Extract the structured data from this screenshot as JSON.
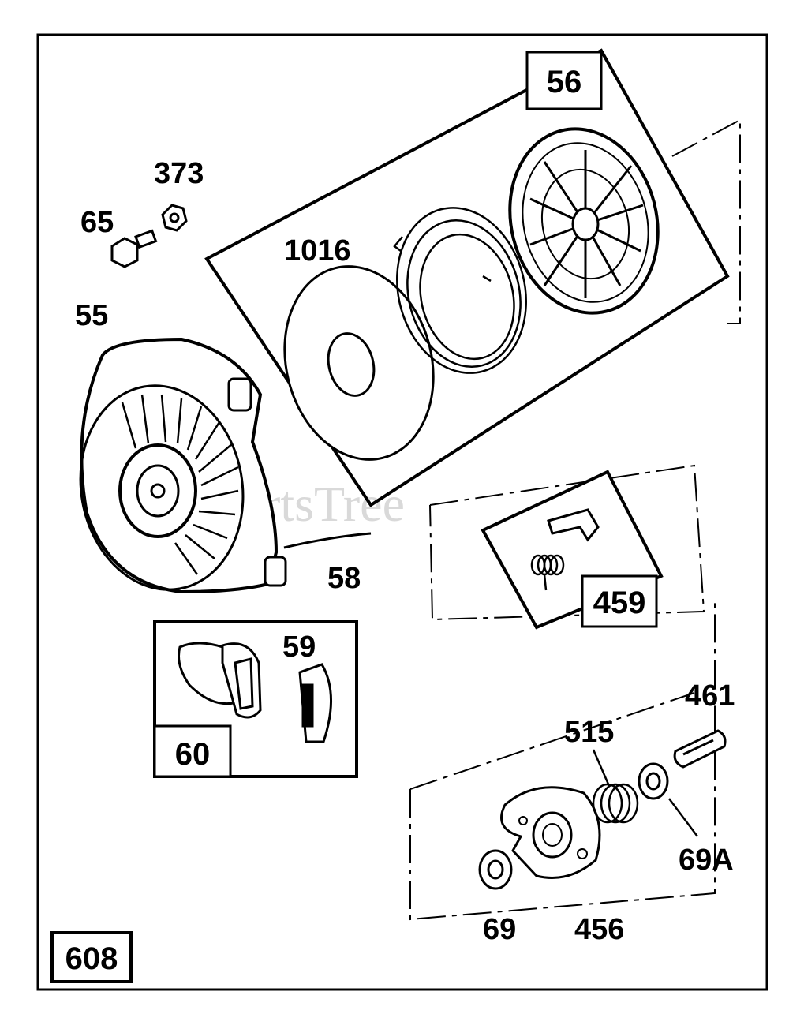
{
  "figure_code": "608",
  "watermark": "PartsTree",
  "callouts": {
    "p56": "56",
    "p373": "373",
    "p65": "65",
    "p1016": "1016",
    "p55": "55",
    "p58": "58",
    "p459": "459",
    "p59": "59",
    "p60": "60",
    "p461": "461",
    "p515": "515",
    "p69A": "69A",
    "p69": "69",
    "p456": "456"
  },
  "icons": [
    "hex-bolt-icon",
    "hex-nut-icon",
    "starter-housing-icon",
    "washer-icon",
    "rewind-spring-icon",
    "pulley-icon",
    "pawl-icon",
    "small-spring-icon",
    "rope-handle-icon",
    "handle-insert-icon",
    "retainer-icon",
    "cup-spring-icon",
    "washer-small-icon",
    "pin-icon"
  ]
}
